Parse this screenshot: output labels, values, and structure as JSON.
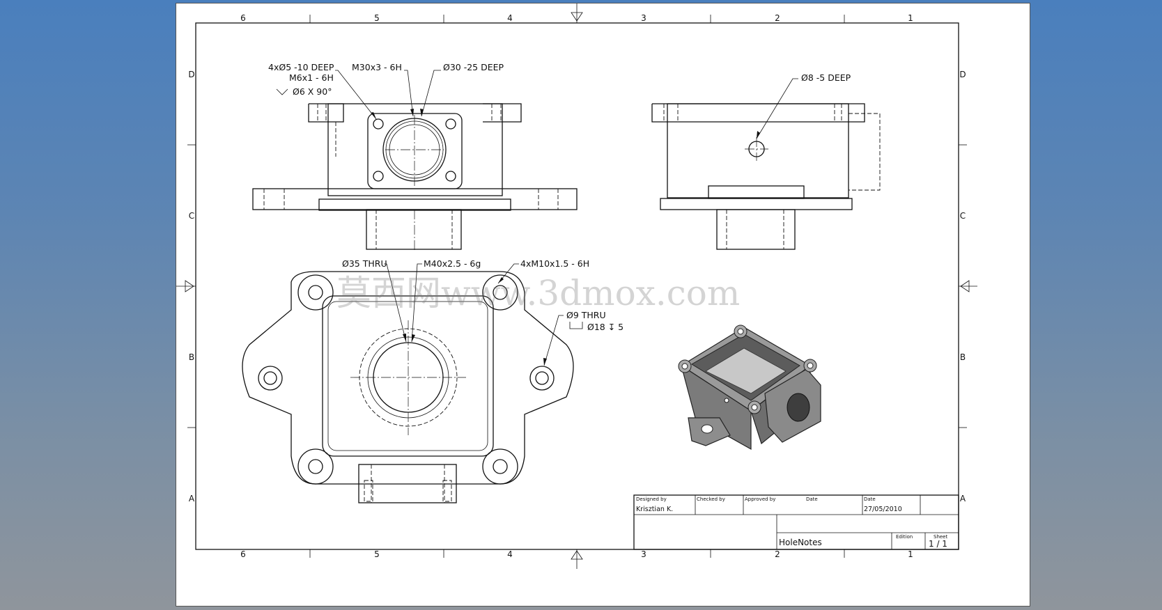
{
  "zones": {
    "columns": [
      "6",
      "5",
      "4",
      "3",
      "2",
      "1"
    ],
    "rows": [
      "D",
      "C",
      "B",
      "A"
    ]
  },
  "notes": {
    "front_holes": "4xØ5 -10 DEEP",
    "front_thread": "M6x1 - 6H",
    "front_csink": "Ø6 X 90°",
    "front_port_thread": "M30x3 - 6H",
    "front_port_depth": "Ø30 -25 DEEP",
    "side_hole": "Ø8 -5 DEEP",
    "top_thru": "Ø35 THRU",
    "top_thread": "M40x2.5 - 6g",
    "top_corner": "4xM10x1.5 - 6H",
    "ear_hole": "Ø9 THRU",
    "ear_cbore": "Ø18 ↧ 5"
  },
  "watermark": "莫西网www.3dmox.com",
  "title_block": {
    "designed_by_label": "Designed by",
    "designed_by": "Krisztian K.",
    "checked_by_label": "Checked by",
    "approved_by_label": "Approved by",
    "date_label_1": "Date",
    "date_label_2": "Date",
    "date": "27/05/2010",
    "title": "HoleNotes",
    "edition_label": "Edition",
    "sheet_label": "Sheet",
    "sheet": "1 / 1"
  }
}
